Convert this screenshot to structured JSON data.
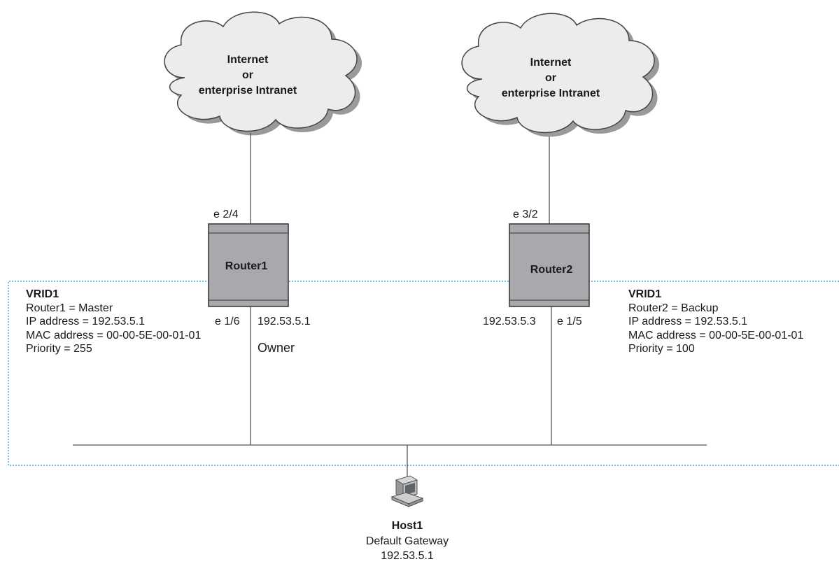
{
  "clouds": [
    {
      "line1": "Internet",
      "line2": "or",
      "line3": "enterprise Intranet"
    },
    {
      "line1": "Internet",
      "line2": "or",
      "line3": "enterprise Intranet"
    }
  ],
  "routers": [
    {
      "name": "Router1",
      "uplink_port": "e 2/4",
      "downlink_port": "e 1/6",
      "ip": "192.53.5.1",
      "role_note": "Owner"
    },
    {
      "name": "Router2",
      "uplink_port": "e 3/2",
      "downlink_port": "e 1/5",
      "ip": "192.53.5.3"
    }
  ],
  "vrid_left": {
    "title": "VRID1",
    "lines": [
      "Router1 = Master",
      "IP address = 192.53.5.1",
      "MAC address = 00-00-5E-00-01-01",
      "Priority = 255"
    ]
  },
  "vrid_right": {
    "title": "VRID1",
    "lines": [
      "Router2 = Backup",
      "IP address = 192.53.5.1",
      "MAC address = 00-00-5E-00-01-01",
      "Priority = 100"
    ]
  },
  "host": {
    "name": "Host1",
    "line1": "Default Gateway",
    "line2": "192.53.5.1",
    "icon": "computer-icon"
  },
  "colors": {
    "router_fill": "#a9a9ad",
    "cloud_fill": "#ececec",
    "cloud_shadow": "#9a9a9a",
    "vrid_boundary": "#3ba7d6",
    "line": "#555555"
  }
}
